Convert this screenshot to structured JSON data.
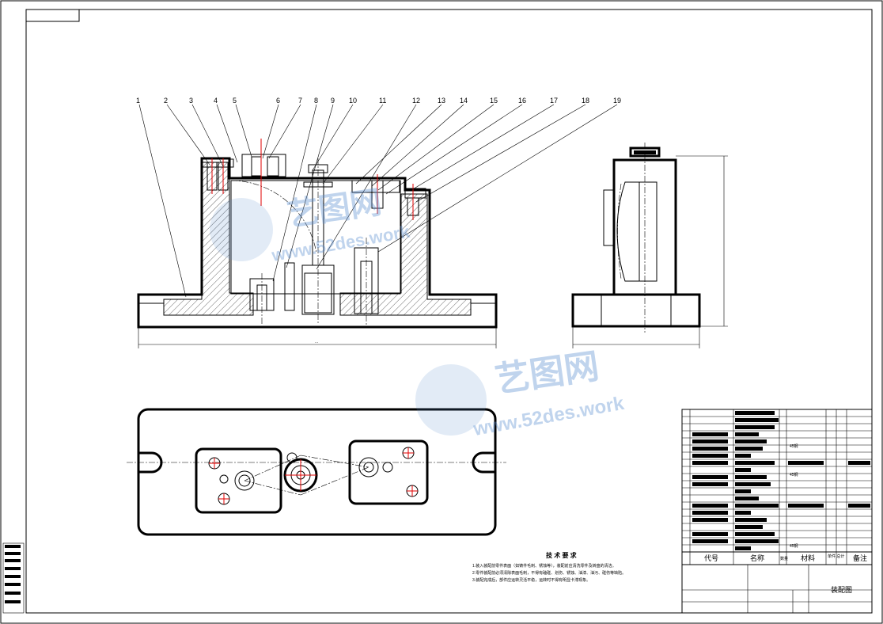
{
  "drawing": {
    "part_labels": [
      "1",
      "2",
      "3",
      "4",
      "5",
      "6",
      "7",
      "8",
      "9",
      "10",
      "11",
      "12",
      "13",
      "14",
      "15",
      "16",
      "17",
      "18",
      "19"
    ],
    "tech_req_title": "技 术 要 求",
    "tech_req_lines": [
      "1.装入装配前零件表面（如铸件毛刺、锈蚀等），装配前应清洗零件及转盘的清洁。",
      "2.零件装配前必须清除表面毛刺，不得有磕碰、划伤、锈蚀、油漆、油污、碰伤等缺陷。",
      "3.装配完成后，部件应运转灵活平稳，运转时不得有明显卡滞现象。"
    ],
    "title_block": {
      "col_code": "代号",
      "col_name": "名称",
      "col_qty": "数量",
      "col_material": "材料",
      "col_weight": "单件 总计",
      "col_note": "备注",
      "drawing_name": "装配图"
    },
    "bom_materials": [
      "45钢",
      "45钢",
      "45钢"
    ],
    "watermarks": [
      {
        "brand": "艺图网",
        "url": "www.52des.work"
      },
      {
        "brand": "艺图网",
        "url": "www.52des.work"
      }
    ],
    "colors": {
      "line": "#000000",
      "red": "#e00000",
      "watermark": "#5b8fd0"
    }
  }
}
